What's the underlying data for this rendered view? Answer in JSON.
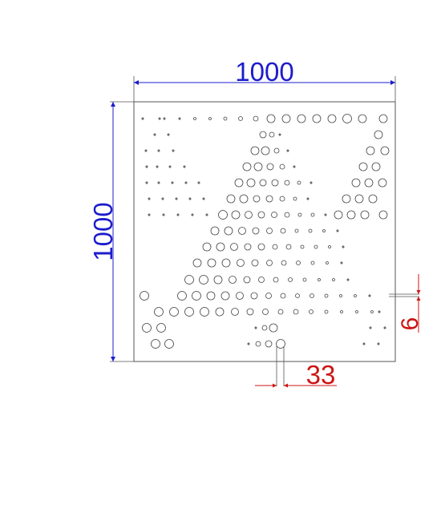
{
  "drawing": {
    "plate": {
      "width": "1000",
      "height": "1000"
    },
    "dimensions": {
      "width_label": "1000",
      "height_label": "1000",
      "hole_diameter_label": "33",
      "edge_offset_label": "6"
    },
    "colors": {
      "dimension_blue": "#1c1ccc",
      "dimension_red": "#cc1414",
      "outline": "#555555",
      "holes": "#444444"
    }
  }
}
